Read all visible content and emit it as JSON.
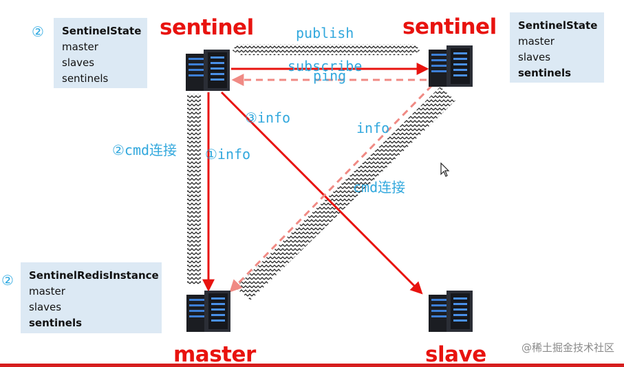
{
  "nodes": {
    "sentinel_left": "sentinel",
    "sentinel_right": "sentinel",
    "master": "master",
    "slave": "slave"
  },
  "boxes": {
    "top_left": {
      "marker": "②",
      "title": "SentinelState",
      "lines": [
        "master",
        "slaves",
        "sentinels"
      ]
    },
    "top_right": {
      "title": "SentinelState",
      "lines": [
        "master",
        "slaves",
        "sentinels"
      ]
    },
    "bottom_left": {
      "marker": "②",
      "title": "SentinelRedisInstance",
      "lines": [
        "master",
        "slaves",
        "sentinels"
      ]
    }
  },
  "labels": {
    "publish": "publish",
    "subscribe": "subscribe",
    "ping": "ping",
    "info3": "③info",
    "info_right": "info",
    "cmd_left": "②cmd连接",
    "info1": "①info",
    "cmd_right": "cmd连接"
  },
  "watermark": "@稀土掘金技术社区",
  "colors": {
    "red": "#e8130f",
    "label_blue": "#32a8dd",
    "box_bg": "#dce9f4"
  }
}
